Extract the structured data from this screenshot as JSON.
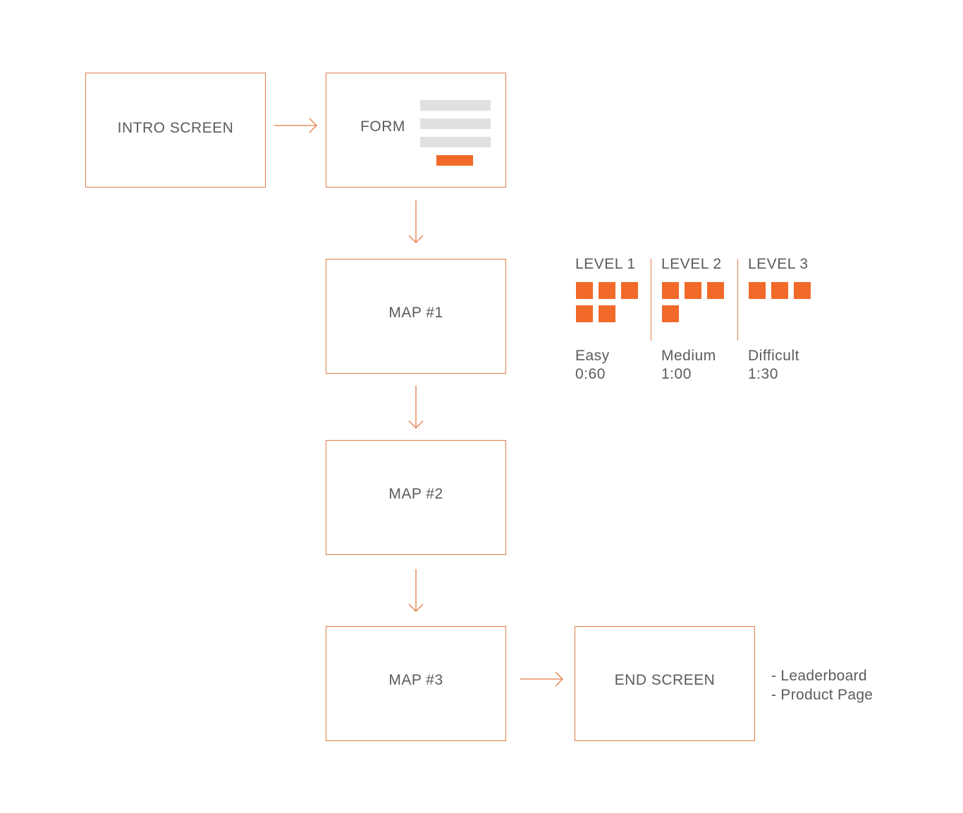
{
  "colors": {
    "accent": "#f26a2a",
    "border": "#e07b45",
    "text": "#5b5b5b",
    "form_line": "#e0e0e0"
  },
  "nodes": {
    "intro": "INTRO SCREEN",
    "form": "FORM",
    "map1": "MAP #1",
    "map2": "MAP #2",
    "map3": "MAP #3",
    "end": "END SCREEN"
  },
  "levels": [
    {
      "title": "LEVEL 1",
      "difficulty": "Easy",
      "time": "0:60",
      "squares": 5
    },
    {
      "title": "LEVEL 2",
      "difficulty": "Medium",
      "time": "1:00",
      "squares": 4
    },
    {
      "title": "LEVEL 3",
      "difficulty": "Difficult",
      "time": "1:30",
      "squares": 3
    }
  ],
  "end_notes": [
    "- Leaderboard",
    "- Product Page"
  ]
}
